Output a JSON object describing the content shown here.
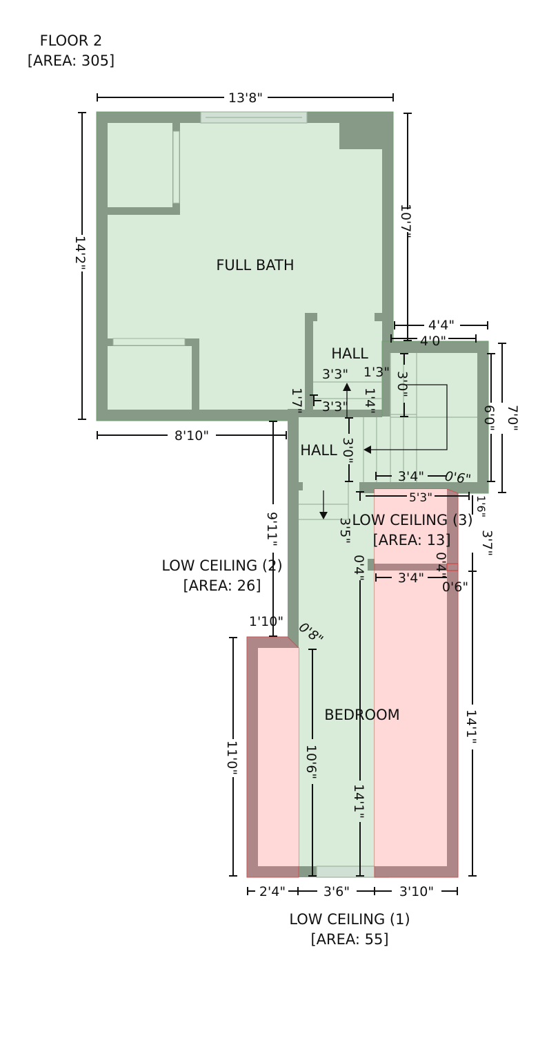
{
  "floor": {
    "name": "FLOOR 2",
    "area": "[AREA: 305]"
  },
  "rooms": {
    "full_bath": "FULL BATH",
    "hall_upper": "HALL",
    "hall_lower": "HALL",
    "bedroom": "BEDROOM"
  },
  "low_ceilings": [
    {
      "name": "LOW CEILING (1)",
      "area": "[AREA: 55]"
    },
    {
      "name": "LOW CEILING (2)",
      "area": "[AREA: 26]"
    },
    {
      "name": "LOW CEILING (3)",
      "area": "[AREA: 13]"
    }
  ],
  "dims": {
    "top_width": "13'8\"",
    "left_height": "14'2\"",
    "right_upper": "10'7\"",
    "stair_outer_w": "4'4\"",
    "stair_inner_w": "4'0\"",
    "stair_outer_h": "7'0\"",
    "stair_inner_h": "6'0\"",
    "stair_3_0": "3'0\"",
    "hall_3_3a": "3'3\"",
    "hall_3_3b": "3'3\"",
    "hall_1_7": "1'7\"",
    "hall_1_4": "1'4\"",
    "hall_1_3": "1'3\"",
    "hall_3_0": "3'0\"",
    "stair_3_4": "3'4\"",
    "stair_0_6": "0'6\"",
    "lc3_5_3": "5'3\"",
    "lc3_1_6": "1'6\"",
    "lc3_3_7": "3'7\"",
    "hall_3_5": "3'5\"",
    "hall_0_4": "0'4\"",
    "lc3_0_4": "0'4\"",
    "lc1_3_4": "3'4\"",
    "lc1_0_6": "0'6\"",
    "bath_8_10": "8'10\"",
    "left_9_11": "9'11\"",
    "lc2_1_10": "1'10\"",
    "lc2_0_8": "0'8\"",
    "lc2_11_0": "11'0\"",
    "bed_10_6": "10'6\"",
    "bed_14_1": "14'1\"",
    "right_14_1": "14'1\"",
    "bot_2_4": "2'4\"",
    "bot_3_6": "3'6\"",
    "bot_3_10": "3'10\""
  }
}
